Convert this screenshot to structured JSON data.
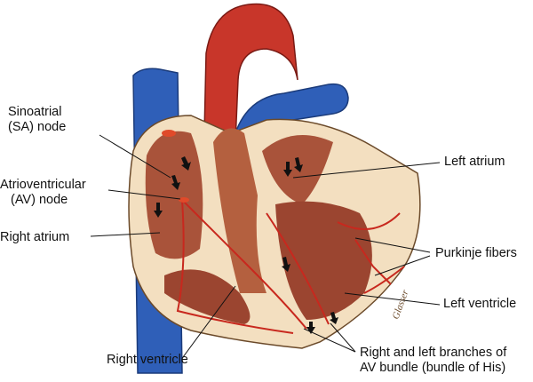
{
  "labels": {
    "sa_node": [
      "Sinoatrial",
      "(SA) node"
    ],
    "av_node": [
      "Atrioventricular",
      "(AV) node"
    ],
    "right_atrium": "Right atrium",
    "left_atrium": "Left atrium",
    "purkinje": "Purkinje fibers",
    "left_ventricle": "Left ventricle",
    "right_ventricle": "Right ventricle",
    "bundle": [
      "Right and left branches of",
      "AV bundle (bundle of His)"
    ]
  },
  "signature": "Glasser",
  "colors": {
    "vein": "#2f5fb8",
    "artery": "#c8362a",
    "tissue": "#f3dfc0",
    "chamber": "#a9533a"
  }
}
